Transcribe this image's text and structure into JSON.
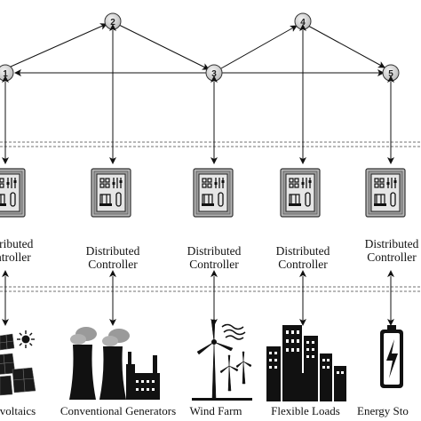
{
  "network": {
    "nodes": [
      "1",
      "2",
      "3",
      "4",
      "5"
    ]
  },
  "controllers": [
    {
      "line1": "Distributed",
      "line2": "Controller"
    },
    {
      "line1": "Distributed",
      "line2": "Controller"
    },
    {
      "line1": "Distributed",
      "line2": "Controller"
    },
    {
      "line1": "Distributed",
      "line2": "Controller"
    },
    {
      "line1": "Distributed",
      "line2": "Controller"
    }
  ],
  "resources": [
    {
      "label": "voltaics",
      "icon": "solar-panel-icon"
    },
    {
      "label": "Conventional Generators",
      "icon": "power-plant-icon"
    },
    {
      "label": "Wind Farm",
      "icon": "wind-turbine-icon"
    },
    {
      "label": "Flexible Loads",
      "icon": "city-buildings-icon"
    },
    {
      "label": "Energy Sto",
      "icon": "battery-icon"
    }
  ]
}
